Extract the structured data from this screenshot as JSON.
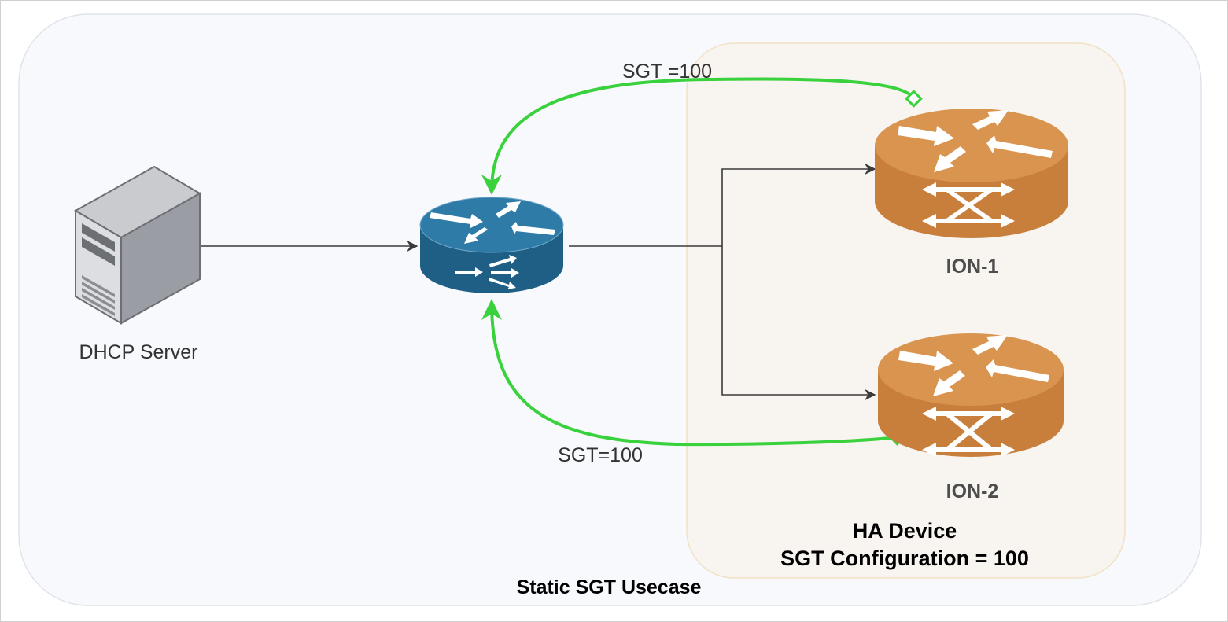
{
  "diagram": {
    "outer_group_label": "Static SGT Usecase",
    "ha_group": {
      "line1": "HA Device",
      "line2": "SGT Configuration = 100"
    },
    "nodes": {
      "dhcp_server": "DHCP Server",
      "ion1": "ION-1",
      "ion2": "ION-2"
    },
    "edge_labels": {
      "top": "SGT =100",
      "bottom": "SGT=100"
    },
    "colors": {
      "outer_fill": "#f7f9fc",
      "outer_stroke": "#dfe3ea",
      "ha_fill": "#f8f4ef",
      "ha_stroke": "#f2e1c4",
      "router_blue": "#2f7ba8",
      "router_blue_dark": "#1f5f86",
      "router_orange": "#d9944f",
      "router_orange_dark": "#c97f3c",
      "green_link": "#39d13c",
      "connector": "#3a3a3a"
    }
  }
}
